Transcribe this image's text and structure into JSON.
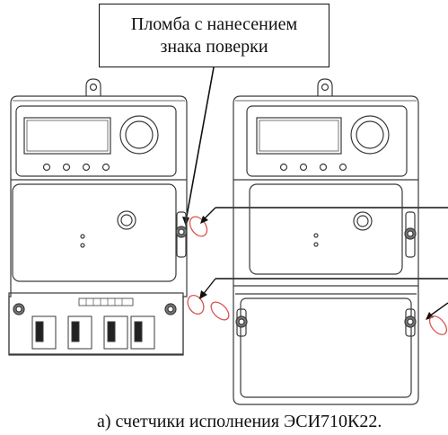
{
  "callout": {
    "line1": "Пломба с нанесением",
    "line2": "знака поверки"
  },
  "caption": "а) счетчики исполнения ЭСИ710К22.",
  "colors": {
    "line": "#3a3a3a",
    "seal": "#d9534f",
    "text": "#111111"
  }
}
